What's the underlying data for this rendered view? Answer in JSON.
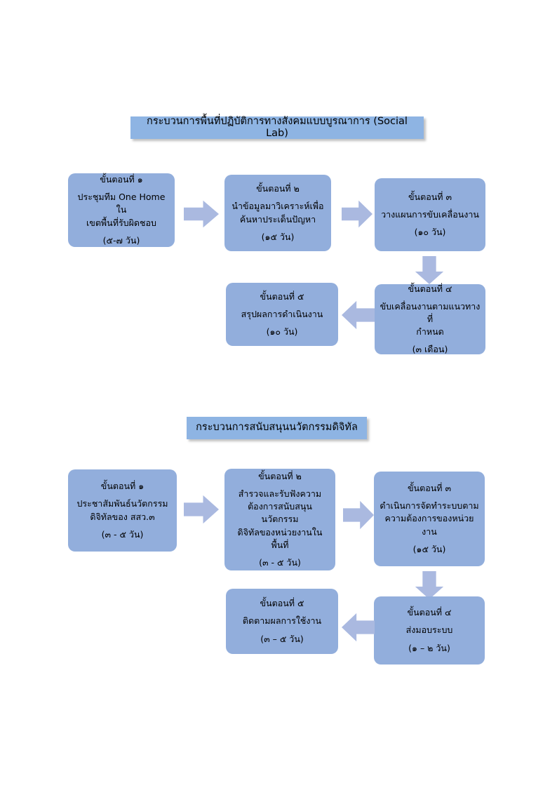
{
  "document": {
    "language": "th",
    "page_background": "#ffffff",
    "node_color": "#92aedc",
    "banner_color": "#8eb4e3",
    "arrow_color": "#aab9e0"
  },
  "sections": [
    {
      "id": "social-lab",
      "banner": "กระบวนการพื้นที่ปฏิบัติการทางสังคมแบบบูรณาการ (Social Lab)",
      "steps": [
        {
          "title": "ขั้นตอนที่ ๑",
          "body": "ประชุมทีม One Home ใน\nเขตพื้นที่รับผิดชอบ",
          "duration": "(๕-๗ วัน)"
        },
        {
          "title": "ขั้นตอนที่ ๒",
          "body": "นำข้อมูลมาวิเคราะห์เพื่อ\nค้นหาประเด็นปัญหา",
          "duration": "(๑๕ วัน)"
        },
        {
          "title": "ขั้นตอนที่ ๓",
          "body": "วางแผนการขับเคลื่อนงาน",
          "duration": "(๑๐ วัน)"
        },
        {
          "title": "ขั้นตอนที่ ๔",
          "body": "ขับเคลื่อนงานตามแนวทางที่\nกำหนด",
          "duration": "(๓ เดือน)"
        },
        {
          "title": "ขั้นตอนที่ ๕",
          "body": "สรุปผลการดำเนินงาน",
          "duration": "(๑๐ วัน)"
        }
      ],
      "arrows": [
        {
          "name": "arrow-step1-to-step2",
          "direction": "right"
        },
        {
          "name": "arrow-step2-to-step3",
          "direction": "right"
        },
        {
          "name": "arrow-step3-to-step4",
          "direction": "down"
        },
        {
          "name": "arrow-step4-to-step5",
          "direction": "left"
        }
      ]
    },
    {
      "id": "digital-innovation",
      "banner": "กระบวนการสนับสนุนนวัตกรรมดิจิทัล",
      "steps": [
        {
          "title": "ขั้นตอนที่ ๑",
          "body": "ประชาสัมพันธ์นวัตกรรม\nดิจิทัลของ สสว.๓",
          "duration": "(๓ - ๕ วัน)"
        },
        {
          "title": "ขั้นตอนที่ ๒",
          "body": "สำรวจและรับฟังความ\nต้องการสนับสนุนนวัตกรรม\nดิจิทัลของหน่วยงานในพื้นที่",
          "duration": "(๓ - ๕ วัน)"
        },
        {
          "title": "ขั้นตอนที่ ๓",
          "body": "ดำเนินการจัดทำระบบตาม\nความต้องการของหน่วยงาน",
          "duration": "(๑๕ วัน)"
        },
        {
          "title": "ขั้นตอนที่ ๔",
          "body": "ส่งมอบระบบ",
          "duration": "(๑ – ๒ วัน)"
        },
        {
          "title": "ขั้นตอนที่ ๕",
          "body": "ติดตามผลการใช้งาน",
          "duration": "(๓ – ๕ วัน)"
        }
      ],
      "arrows": [
        {
          "name": "arrow-step1-to-step2",
          "direction": "right"
        },
        {
          "name": "arrow-step2-to-step3",
          "direction": "right"
        },
        {
          "name": "arrow-step3-to-step4",
          "direction": "down"
        },
        {
          "name": "arrow-step4-to-step5",
          "direction": "left"
        }
      ]
    }
  ]
}
